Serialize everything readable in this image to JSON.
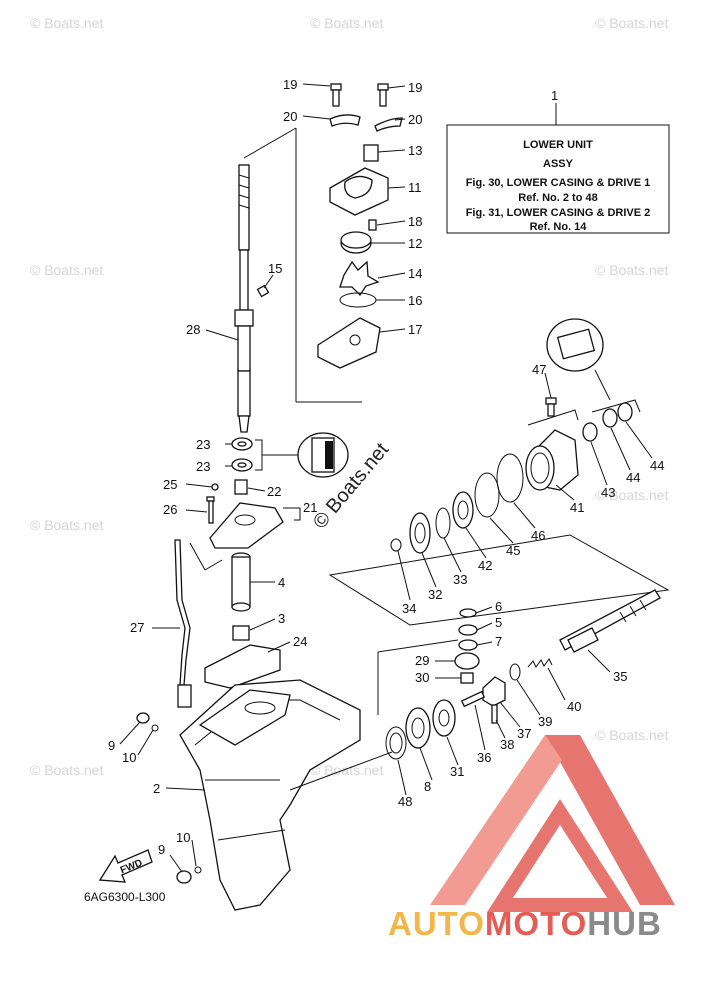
{
  "title_box": {
    "ref": "1",
    "line1": "LOWER UNIT",
    "line2": "ASSY",
    "line3": "Fig. 30, LOWER CASING & DRIVE 1",
    "line4": "Ref. No. 2 to 48",
    "line5": "Fig. 31, LOWER CASING & DRIVE 2",
    "line6": "Ref. No. 14"
  },
  "watermarks": {
    "small": "© Boats.net",
    "center": "© Boats.net"
  },
  "diagram_code": "6AG6300-L300",
  "fwd_label": "FWD",
  "brand": {
    "part1": "AUTO",
    "part2": "MOTO",
    "part3": "HUB"
  },
  "callouts": {
    "c19a": "19",
    "c19b": "19",
    "c20a": "20",
    "c20b": "20",
    "c13": "13",
    "c11": "11",
    "c18": "18",
    "c12": "12",
    "c14": "14",
    "c15": "15",
    "c16": "16",
    "c17": "17",
    "c28": "28",
    "c23a": "23",
    "c23b": "23",
    "c25": "25",
    "c22": "22",
    "c21": "21",
    "c26": "26",
    "c4": "4",
    "c3": "3",
    "c24": "24",
    "c27": "27",
    "c9a": "9",
    "c10a": "10",
    "c2": "2",
    "c10b": "10",
    "c9b": "9",
    "c47": "47",
    "c43": "43",
    "c44a": "44",
    "c44b": "44",
    "c41": "41",
    "c46": "46",
    "c45": "45",
    "c42": "42",
    "c33": "33",
    "c32": "32",
    "c34": "34",
    "c6": "6",
    "c5": "5",
    "c7": "7",
    "c29": "29",
    "c30": "30",
    "c35": "35",
    "c40": "40",
    "c39": "39",
    "c37": "37",
    "c38": "38",
    "c36": "36",
    "c31": "31",
    "c8": "8",
    "c48": "48"
  },
  "colors": {
    "logo_red": "#e35d56",
    "logo_orange": "#f3b64a",
    "logo_grey": "#8a8a8a"
  }
}
